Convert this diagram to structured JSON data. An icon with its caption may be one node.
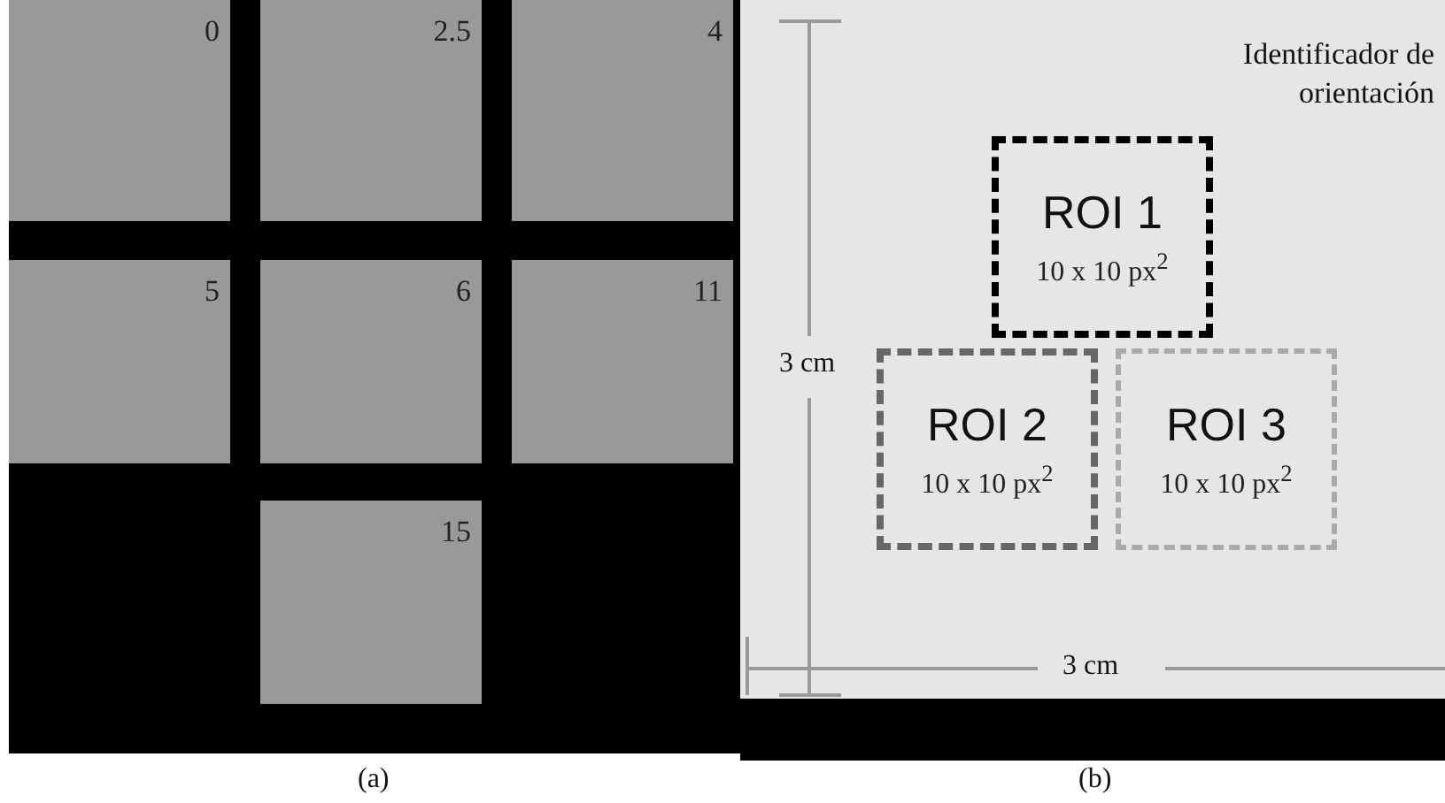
{
  "diagram": {
    "nodes": [
      {
        "text": [
          "0"
        ]
      },
      {
        "text": [
          "2.5"
        ]
      },
      {
        "text": [
          "4"
        ]
      },
      {
        "text": [
          "5"
        ]
      },
      {
        "text": [
          "6"
        ]
      },
      {
        "text": [
          "11"
        ]
      },
      {
        "text": [
          "15"
        ]
      },
      {
        "text": [
          "Identificador de orientación"
        ]
      },
      {
        "text": [
          "ROI 1",
          "10 x 10 px$^{2}$"
        ],
        "in": 7
      },
      {
        "text": [
          "ROI 2",
          "10 x 10 px$^{2}$"
        ],
        "in": 7
      },
      {
        "text": [
          "ROI 3",
          "10 x 10 px$^{2}$"
        ],
        "in": 7
      }
    ],
    "edges": [],
    "labels": [
      "3 cm",
      "3 cm",
      "(a)",
      "(b)"
    ]
  }
}
